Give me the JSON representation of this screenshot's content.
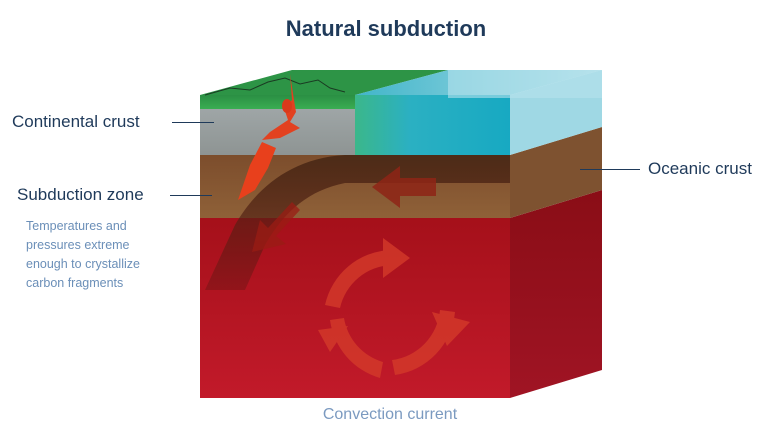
{
  "title": "Natural subduction",
  "labels": {
    "continental_crust": "Continental crust",
    "subduction_zone": "Subduction zone",
    "oceanic_crust": "Oceanic crust",
    "convection_current": "Convection current"
  },
  "note": {
    "lines": [
      "Temperatures and",
      "pressures extreme",
      "enough to crystallize",
      "carbon fragments"
    ]
  },
  "colors": {
    "title_text": "#1f3a5a",
    "note_text": "#6b8fb8",
    "caption_text": "#7b9ac0",
    "land_green": "#2e9e4a",
    "continental_grey": "#9aa0a2",
    "ocean_blue": "#2cb3c4",
    "crust_brown": "#7a4b2a",
    "mantle_red": "#b3121c",
    "magma_orange": "#e8401c"
  },
  "icons": {
    "plate_arrows": "arrow-left-icon",
    "subduction_arrow": "arrow-down-left-icon",
    "convection": "circular-arrows-icon"
  }
}
